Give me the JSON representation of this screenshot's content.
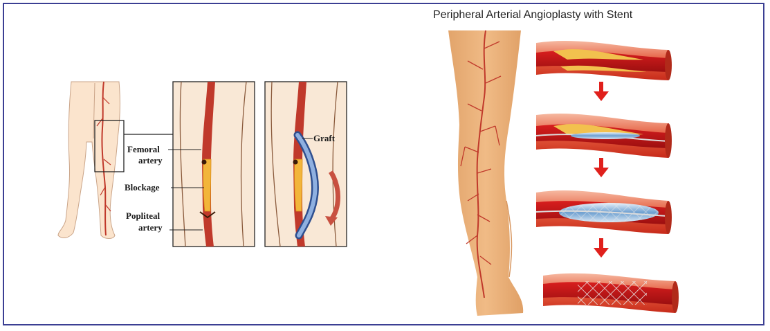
{
  "bypass_panel": {
    "labels": {
      "femoral_line1": "Femoral",
      "femoral_line2": "artery",
      "blockage": "Blockage",
      "popliteal_line1": "Popliteal",
      "popliteal_line2": "artery",
      "graft": "Graft"
    }
  },
  "angioplasty_panel": {
    "title": "Peripheral Arterial Angioplasty with Stent",
    "stages": [
      "narrowed-artery",
      "balloon-inserted",
      "balloon-inflated",
      "stent-in-place"
    ]
  },
  "colors": {
    "frame": "#3b3f93",
    "artery": "#c0392b",
    "plaque": "#f2c14e",
    "skin": "#f4d2ad",
    "leg_tan": "#e8ad74",
    "graft": "#5a7fc0",
    "arrow": "#e0201c"
  }
}
